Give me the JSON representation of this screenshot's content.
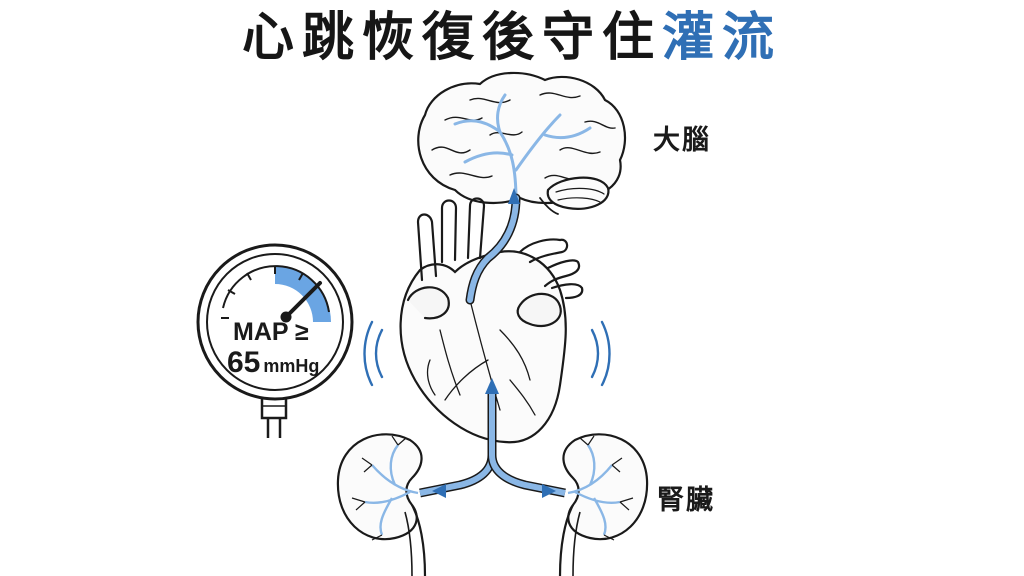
{
  "title": {
    "main": "心跳恢復後守住",
    "highlight": "灌流"
  },
  "labels": {
    "brain": "大腦",
    "kidneys": "腎臟"
  },
  "gauge": {
    "line1": "MAP ≥",
    "value": "65",
    "unit": "mmHg"
  },
  "colors": {
    "accent": "#2f6fb5",
    "flow": "#8ab7e6",
    "ink": "#1a1a1a",
    "gauge_fill": "#6aa5e3"
  },
  "icons": [
    "brain-icon",
    "heart-icon",
    "kidney-icon",
    "pressure-gauge-icon",
    "flow-arrow-icon",
    "pulse-wave-icon"
  ]
}
